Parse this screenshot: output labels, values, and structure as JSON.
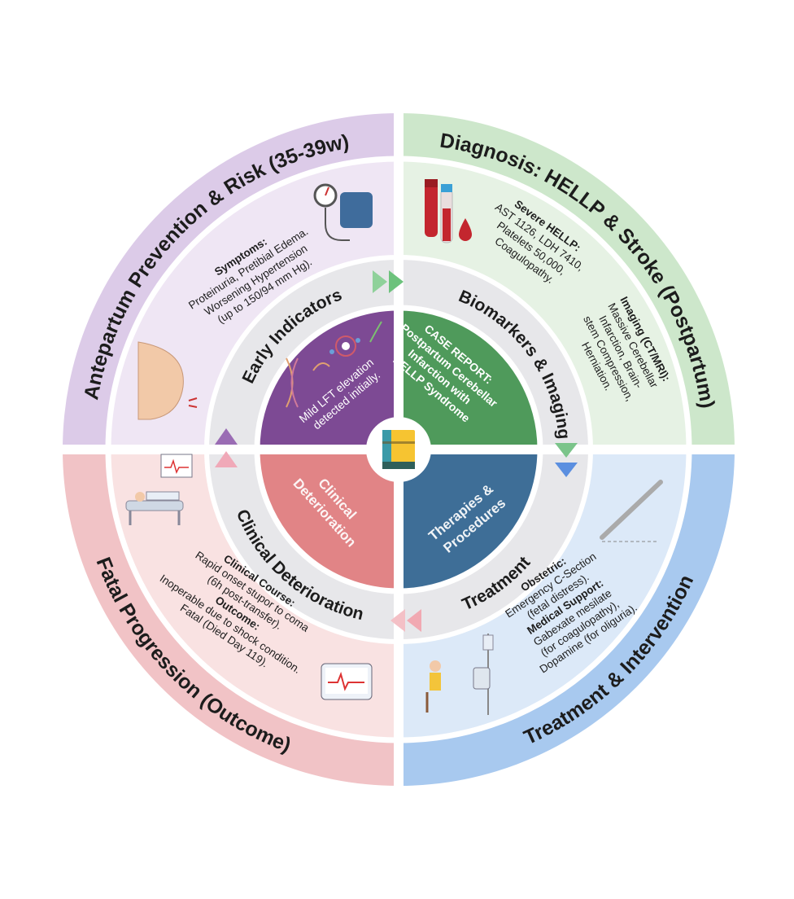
{
  "colors": {
    "tl_outer": "#dccbe8",
    "tl_light": "#efe6f4",
    "tl_inner": "#7d4a94",
    "tr_outer": "#cde7cb",
    "tr_light": "#e6f2e4",
    "tr_inner": "#4f9a5b",
    "br_outer": "#a8c9ef",
    "br_light": "#dce9f8",
    "br_inner": "#3e6e97",
    "bl_outer": "#f1c3c6",
    "bl_light": "#f9e2e2",
    "bl_inner": "#e18486",
    "gray_ring": "#e7e7ea"
  },
  "outer_titles": {
    "top_left": "Antepartum Prevention & Risk (35-39w)",
    "top_right": "Diagnosis: HELLP & Stroke (Postpartum)",
    "bottom_right": "Treatment & Intervention",
    "bottom_left": "Fatal Progression (Outcome)"
  },
  "ring_labels": {
    "top_left": "Early Indicators",
    "top_right": "Biomarkers & Imaging",
    "bottom_right": "Treatment",
    "bottom_left": "Clinical Deterioration"
  },
  "details": {
    "symptoms": {
      "heading": "Symptoms:",
      "lines": [
        "Proteinuria, Pretibial Edema.",
        "Worsening Hypertension",
        "(up to 150/94 mm Hg)."
      ]
    },
    "hellp": {
      "heading": "Severe HELLP:",
      "lines": [
        "AST 1126, LDH 7410,",
        "Platelets 50,000,",
        "Coagulopathy."
      ]
    },
    "imaging": {
      "heading": "Imaging (CT/MRI):",
      "lines": [
        "Massive Cerebellar",
        "Infarction, Brain-",
        "stem Compression,",
        "Herniation."
      ]
    },
    "course": {
      "heading": "Clinical Course:",
      "lines": [
        "Rapid onset stupor to coma",
        "(6h post-transfer)."
      ],
      "heading2": "Outcome:",
      "lines2": [
        "Inoperable due to shock condition.",
        "Fatal (Died Day 119)."
      ]
    },
    "treatment": {
      "heading": "Obstetric:",
      "lines": [
        "Emergency C-Section",
        "(fetal distress)."
      ],
      "heading2": "Medical Support:",
      "lines2": [
        "Gabexate mesilate",
        "(for coagulopathy),",
        "Dopamine (for oliguria)."
      ]
    }
  },
  "inner": {
    "top_left": [
      "Mild LFT elevation",
      "detected initially."
    ],
    "top_right": [
      "CASE REPORT:",
      "Postpartum Cerebellar",
      "Infarction with",
      "HELLP Syndrome"
    ],
    "bottom_left": [
      "Clinical",
      "Deterioration"
    ],
    "bottom_right": [
      "Therapies &",
      "Procedures"
    ]
  },
  "icons": [
    "blood-pressure-cuff-icon",
    "pregnant-belly-icon",
    "blood-tubes-icon",
    "scalpel-icon",
    "hospital-bed-icon",
    "heart-monitor-icon",
    "iv-drip-icon",
    "book-icon"
  ]
}
